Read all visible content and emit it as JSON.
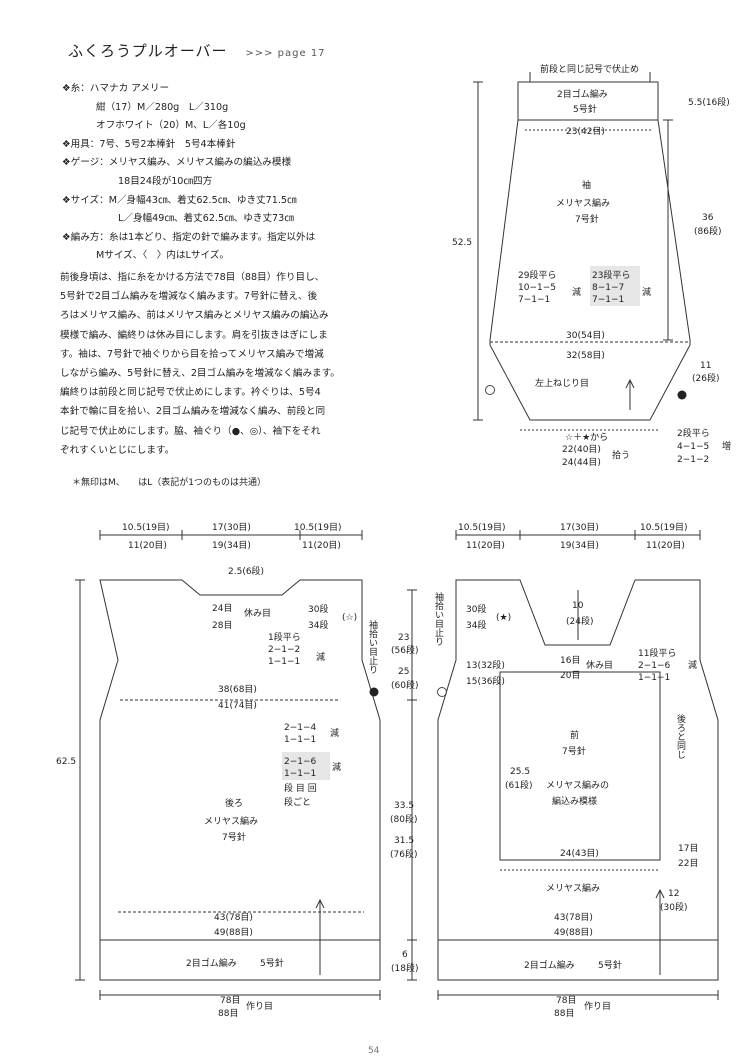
{
  "header": {
    "title": "ふくろうプルオーバー",
    "page_ref": ">>> page 17"
  },
  "spec": {
    "yarn_label": "❖糸：",
    "yarn_line1": "ハマナカ アメリー",
    "yarn_line2": "紺（17）M／280g　L／310g",
    "yarn_line3": "オフホワイト（20）M、L／各10g",
    "tools": "❖用具：7号、5号2本棒針　5号4本棒針",
    "gauge_line1": "❖ゲージ：メリヤス編み、メリヤス編みの編込み模様",
    "gauge_line2": "18目24段が10㎝四方",
    "size_line1": "❖サイズ：M／身幅43㎝、着丈62.5㎝、ゆき丈71.5㎝",
    "size_line2": "L／身幅49㎝、着丈62.5㎝、ゆき丈73㎝",
    "method_line1": "❖編み方：糸は1本どり、指定の針で編みます。指定以外は",
    "method_line2": "Mサイズ、〈　〉内はLサイズ。"
  },
  "description": [
    "前後身頃は、指に糸をかける方法で78目（88目）作り目し、",
    "5号針で2目ゴム編みを増減なく編みます。7号針に替え、後",
    "ろはメリヤス編み、前はメリヤス編みとメリヤス編みの編込み",
    "模様で編み、編終りは休み目にします。肩を引抜きはぎにしま",
    "す。袖は、7号針で袖ぐりから目を拾ってメリヤス編みで増減",
    "しながら編み、5号針に替え、2目ゴム編みを増減なく編みます。",
    "編終りは前段と同じ記号で伏止めにします。衿ぐりは、5号4",
    "本針で輪に目を拾い、2目ゴム編みを増減なく編み、前段と同",
    "じ記号で伏止めにします。脇、袖ぐり（●、◎）、袖下をそれ",
    "ぞれすくいとじにします。"
  ],
  "note": "＊無印はM、　　はL（表記が1つのものは共通）",
  "page_number": "54",
  "sleeve": {
    "top_note": "前段と同じ記号で伏止め",
    "cuff_label": "2目ゴム編み",
    "cuff_needle": "5号針",
    "cuff_height": "5.5(16段)",
    "top_width": "23(42目)",
    "name": "袖",
    "stitch": "メリヤス編み",
    "needle": "7号針",
    "total_len": "52.5",
    "len_mid_a": "36",
    "len_mid_b": "(86段)",
    "dec_m1": "29段平ら",
    "dec_m2": "10−1−5",
    "dec_m3": "7−1−1",
    "dec_l1": "23段平ら",
    "dec_l2": "8−1−7",
    "dec_l3": "7−1−1",
    "dec_mark": "減",
    "base_m": "30(54目)",
    "base_l": "32(58目)",
    "twist": "左上ねじり目",
    "pick_from": "☆＋★から",
    "pick_m": "22(40目)",
    "pick_l": "24(44目)",
    "pick_label": "拾う",
    "side_h1": "11",
    "side_h2": "(26段)",
    "inc1": "2段平ら",
    "inc2": "4−1−5",
    "inc3": "2−1−2",
    "inc_mark": "増"
  },
  "back": {
    "w_left_m": "10.5(19目)",
    "w_left_l": "11(20目)",
    "w_mid_m": "17(30目)",
    "w_mid_l": "19(34目)",
    "w_right_m": "10.5(19目)",
    "w_right_l": "11(20目)",
    "neck_depth": "2.5(6段)",
    "neck_st_m": "24目",
    "neck_st_l": "28目",
    "rest": "休み目",
    "arm_m": "30段",
    "arm_l": "34段",
    "star": "(☆)",
    "sleeve_pick": "袖拾い目止り",
    "dec1": "1段平ら",
    "dec2": "2−1−2",
    "dec3": "1−1−1",
    "dec_mark": "減",
    "bust_m": "38(68目)",
    "bust_l": "41(74目)",
    "s1a": "2−1−4",
    "s1b": "1−1−1",
    "s2a": "2−1−6",
    "s2b": "1−1−1",
    "dan_me": "段 目 回",
    "gotoni": "段ごと",
    "name": "後ろ",
    "stitch": "メリヤス編み",
    "needle": "7号針",
    "total_len": "62.5",
    "hem_m": "43(78目)",
    "hem_l": "49(88目)",
    "rib": "2目ゴム編み",
    "rib_needle": "5号針",
    "cast_m": "78目",
    "cast_l": "88目",
    "cast_label": "作り目"
  },
  "middle": {
    "armhole_m": "23",
    "armhole_m2": "(56段)",
    "armhole_l": "25",
    "armhole_l2": "(60段)",
    "body_m": "33.5",
    "body_m2": "(80段)",
    "body_l": "31.5",
    "body_l2": "(76段)",
    "rib": "6",
    "rib2": "(18段)"
  },
  "front": {
    "w_left_m": "10.5(19目)",
    "w_left_l": "11(20目)",
    "w_mid_m": "17(30目)",
    "w_mid_l": "19(34目)",
    "w_right_m": "10.5(19目)",
    "w_right_l": "11(20目)",
    "sleeve_pick": "袖拾い目止り",
    "arm_m": "30段",
    "arm_l": "34段",
    "star": "(★)",
    "neck_depth_a": "10",
    "neck_depth_b": "(24段)",
    "neck_m": "16目",
    "neck_l": "20目",
    "rest": "休み目",
    "nd1": "11段平ら",
    "nd2": "2−1−6",
    "nd3": "1−1−1",
    "nd_mark": "減",
    "pat_top_m": "13(32段)",
    "pat_top_l": "15(36段)",
    "same_as_back": "後ろと同じ",
    "name": "前",
    "needle": "7号針",
    "pat1": "メリヤス編みの",
    "pat2": "編込み模様",
    "pat_h1": "25.5",
    "pat_h2": "(61段)",
    "pat_w": "24(43目)",
    "side_m": "17目",
    "side_l": "22目",
    "lower": "メリヤス編み",
    "low_h1": "12",
    "low_h2": "(30段)",
    "hem_m": "43(78目)",
    "hem_l": "49(88目)",
    "rib": "2目ゴム編み",
    "rib_needle": "5号針",
    "cast_m": "78目",
    "cast_l": "88目",
    "cast_label": "作り目"
  }
}
